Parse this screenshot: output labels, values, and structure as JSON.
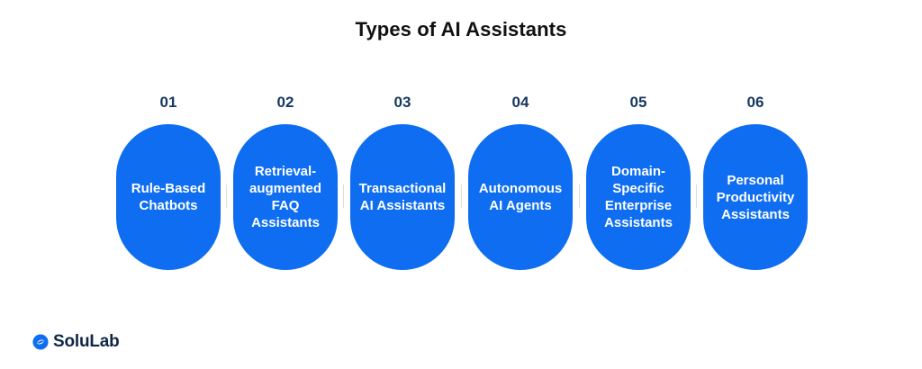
{
  "title": "Types of AI Assistants",
  "items": [
    {
      "number": "01",
      "label": "Rule-Based Chatbots"
    },
    {
      "number": "02",
      "label": "Retrieval-augmented FAQ Assistants"
    },
    {
      "number": "03",
      "label": "Transactional AI Assistants"
    },
    {
      "number": "04",
      "label": "Autonomous AI Agents"
    },
    {
      "number": "05",
      "label": "Domain-Specific Enterprise Assistants"
    },
    {
      "number": "06",
      "label": "Personal Productivity Assistants"
    }
  ],
  "logo": {
    "text": "SoluLab",
    "icon": "solulab-logo-icon"
  },
  "colors": {
    "pill": "#0e6df0",
    "number": "#16385f",
    "title": "#111111",
    "logo_text": "#0f2744"
  }
}
